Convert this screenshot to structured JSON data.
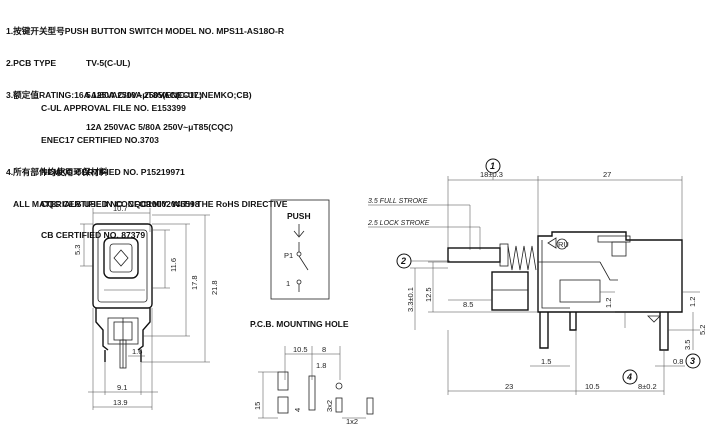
{
  "spec": {
    "line1": "1.按键开关型号PUSH BUTTON SWITCH MODEL NO. MPS11-AS18O-R",
    "line2": "2.PCB TYPE",
    "line3": "3.额定值RATING:16A 125VAC/10A 250VAC(C-UL)",
    "line4": "TV-5(C-UL)",
    "line5": "5A/80A 250V~μT85(ENEC17;NEMKO;CB)",
    "line6": "12A 250VAC 5/80A 250V~μT85(CQC)",
    "line7": "C-UL APPROVAL FILE NO. E153399",
    "line8": "ENEC17 CERTIFIED NO.3703",
    "line9": "NEMKO CERTIFIED NO. P15219971",
    "line10": "CQC CERTIFIED NO. CQC10002046598",
    "line11": "CB CERTIFIED NO. 87379",
    "line12": "4.所有部件均使用环保材料",
    "line13": "ALL MATERIALS USE IN CONFORMIY  WITH THE RoHS DIRECTIVE"
  },
  "front_view": {
    "dims": [
      "10.7",
      "5.3",
      "11.6",
      "17.8",
      "21.8",
      "1.6",
      "9.1",
      "13.9"
    ]
  },
  "push_box": {
    "title": "PUSH",
    "p1": "P1",
    "one": "1"
  },
  "pcb": {
    "title": "P.C.B. MOUNTING HOLE",
    "dims": [
      "10.5",
      "8",
      "1.8",
      "15",
      "3x2",
      "4",
      "1x2"
    ]
  },
  "side_view": {
    "dims": [
      "18±0.3",
      "27",
      "3.3±0.1",
      "12.5",
      "8.5",
      "1.2",
      "1.2",
      "5.2",
      "3.5",
      "1.5",
      "0.8",
      "23",
      "10.5",
      "8±0.2"
    ],
    "stroke_full": "3.5 FULL STROKE",
    "stroke_lock": "2.5 LOCK STROKE",
    "callouts": [
      "1",
      "2",
      "3",
      "4"
    ]
  }
}
